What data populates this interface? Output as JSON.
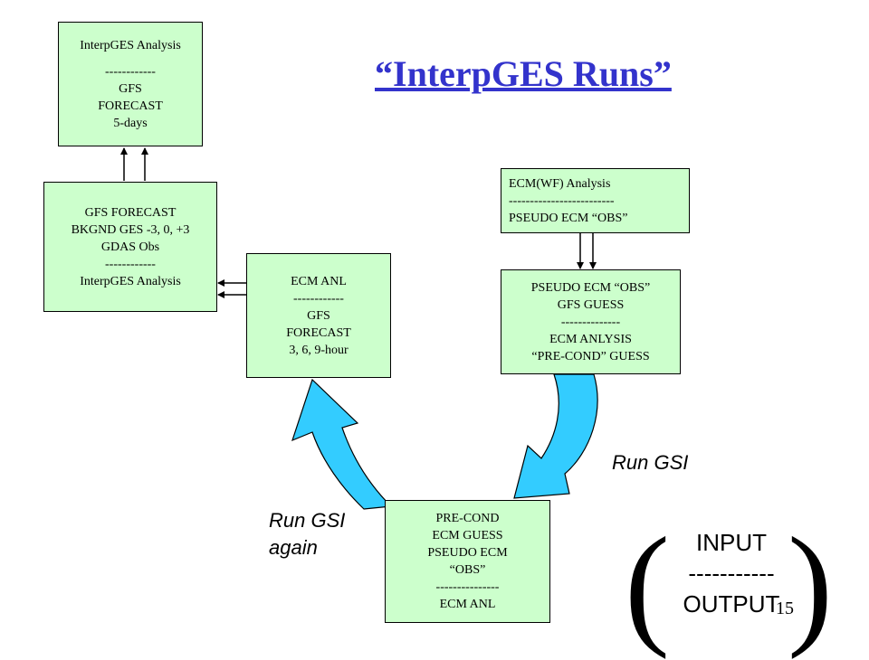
{
  "title": "“InterpGES  Runs”",
  "boxes": {
    "interp_analysis": [
      "InterpGES Analysis",
      "",
      "------------",
      "GFS",
      "FORECAST",
      "5-days"
    ],
    "gfs_forecast": [
      "GFS FORECAST",
      "BKGND GES -3, 0, +3",
      "GDAS Obs",
      "------------",
      "InterpGES Analysis"
    ],
    "ecm_anl": [
      "ECM ANL",
      "------------",
      "GFS",
      "FORECAST",
      "3, 6, 9-hour"
    ],
    "ecmwf_analysis": [
      "ECM(WF) Analysis",
      "-------------------------",
      "PSEUDO ECM “OBS”"
    ],
    "pseudo_ecm": [
      "PSEUDO ECM “OBS”",
      "GFS GUESS",
      "--------------",
      "ECM ANLYSIS",
      "“PRE-COND” GUESS"
    ],
    "pre_cond": [
      "PRE-COND",
      "ECM GUESS",
      "PSEUDO ECM",
      "“OBS”",
      "---------------",
      "ECM ANL"
    ]
  },
  "labels": {
    "run_gsi": "Run GSI",
    "run_gsi_again_1": "Run GSI",
    "run_gsi_again_2": "again"
  },
  "legend": {
    "input": "INPUT",
    "dashes": "-----------",
    "output": "OUTPUT",
    "open_paren": "(",
    "close_paren": ")"
  },
  "page_number": "15",
  "colors": {
    "box_fill": "#ccffcc",
    "title": "#3333cc",
    "curved_arrow": "#33ccff"
  }
}
